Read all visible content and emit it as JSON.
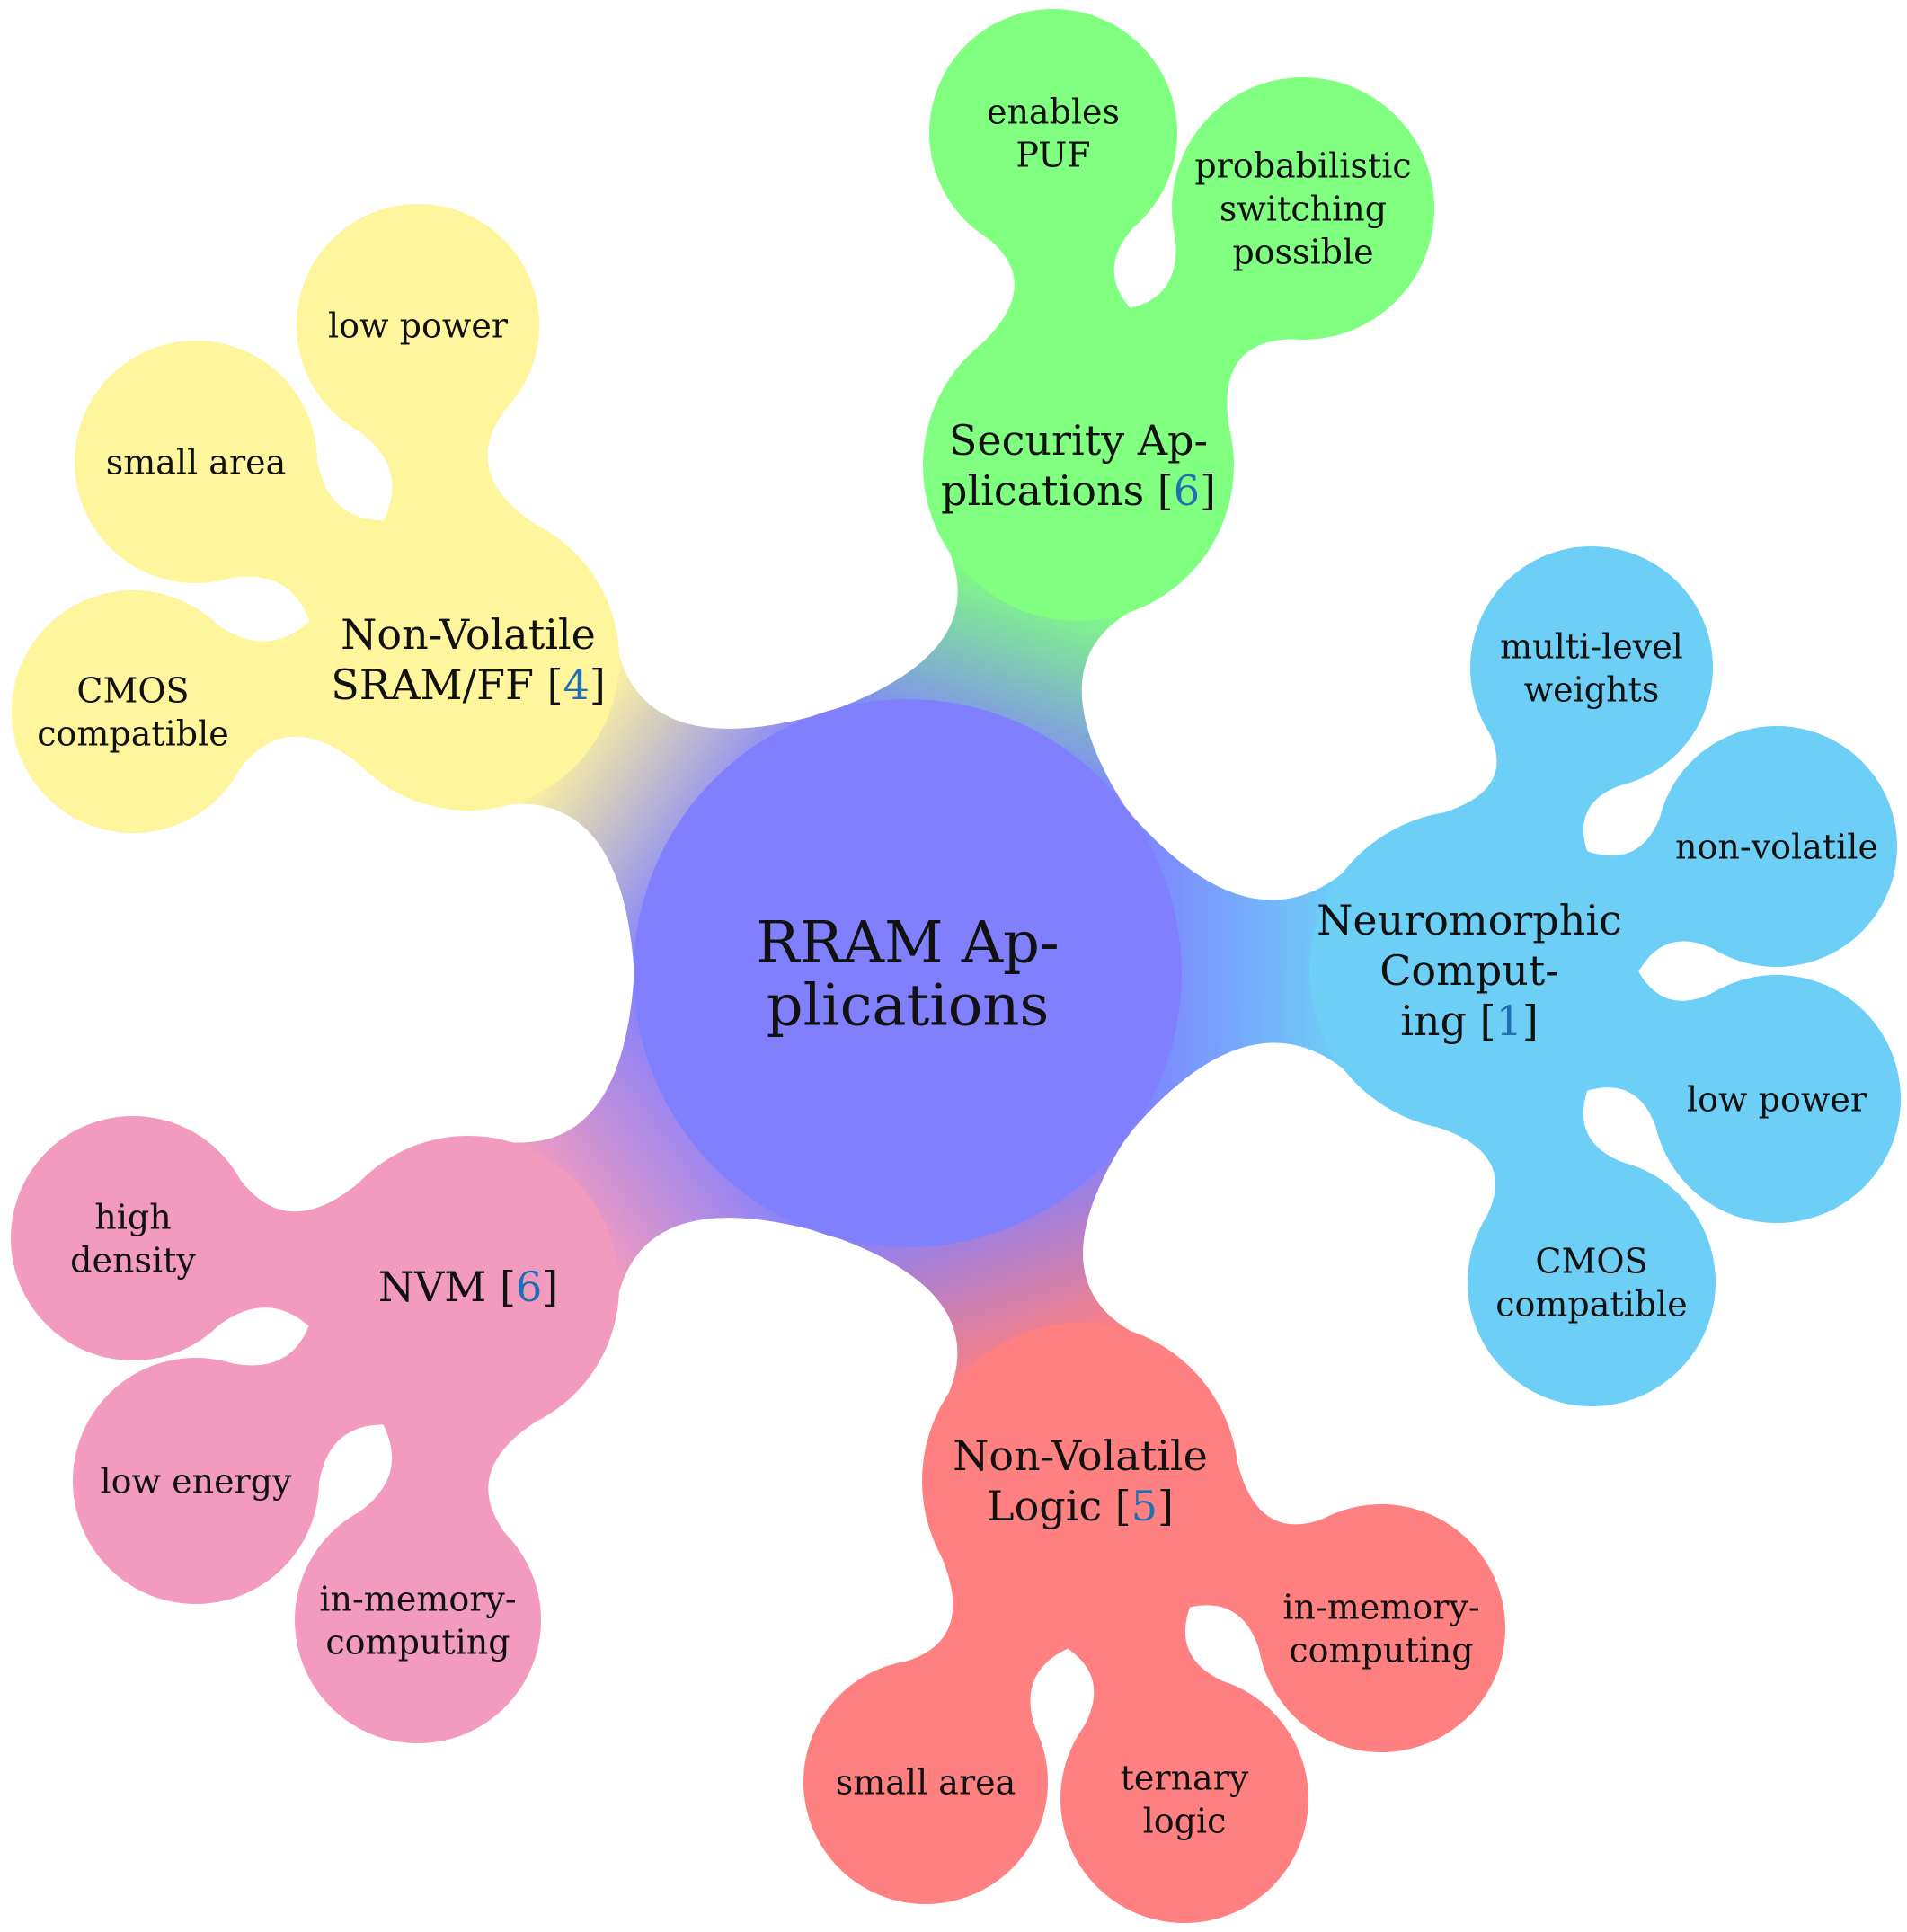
{
  "colors": {
    "root": "#8080ff",
    "security": "#80ff80",
    "neuromorphic": "#6dcff6",
    "logic": "#ff8080",
    "nvm": "#f29bbf",
    "sram": "#fff59d",
    "citation": "#1f6fb2"
  },
  "root": {
    "lines": [
      "RRAM Ap-",
      "plications"
    ]
  },
  "branches": [
    {
      "id": "security",
      "lines": [
        {
          "text": "Security Ap-"
        },
        {
          "text": "plications [",
          "cite": "6",
          "after": "]"
        }
      ],
      "children": [
        {
          "lines": [
            "enables",
            "PUF"
          ]
        },
        {
          "lines": [
            "probabilistic",
            "switching",
            "possible"
          ]
        }
      ]
    },
    {
      "id": "neuromorphic",
      "lines": [
        {
          "text": "Neuromorphic"
        },
        {
          "text": "Comput-"
        },
        {
          "text": "ing [",
          "cite": "1",
          "after": "]"
        }
      ],
      "children": [
        {
          "lines": [
            "multi-level",
            "weights"
          ]
        },
        {
          "lines": [
            "non-volatile"
          ]
        },
        {
          "lines": [
            "low power"
          ]
        },
        {
          "lines": [
            "CMOS",
            "compatible"
          ]
        }
      ]
    },
    {
      "id": "logic",
      "lines": [
        {
          "text": "Non-Volatile"
        },
        {
          "text": "Logic [",
          "cite": "5",
          "after": "]"
        }
      ],
      "children": [
        {
          "lines": [
            "in-memory-",
            "computing"
          ]
        },
        {
          "lines": [
            "ternary",
            "logic"
          ]
        },
        {
          "lines": [
            "small area"
          ]
        }
      ]
    },
    {
      "id": "nvm",
      "lines": [
        {
          "text": "NVM [",
          "cite": "6",
          "after": "]"
        }
      ],
      "children": [
        {
          "lines": [
            "in-memory-",
            "computing"
          ]
        },
        {
          "lines": [
            "low energy"
          ]
        },
        {
          "lines": [
            "high",
            "density"
          ]
        }
      ]
    },
    {
      "id": "sram",
      "lines": [
        {
          "text": "Non-Volatile"
        },
        {
          "text": "SRAM/FF [",
          "cite": "4",
          "after": "]"
        }
      ],
      "children": [
        {
          "lines": [
            "CMOS",
            "compatible"
          ]
        },
        {
          "lines": [
            "small area"
          ]
        },
        {
          "lines": [
            "low power"
          ]
        }
      ]
    }
  ]
}
